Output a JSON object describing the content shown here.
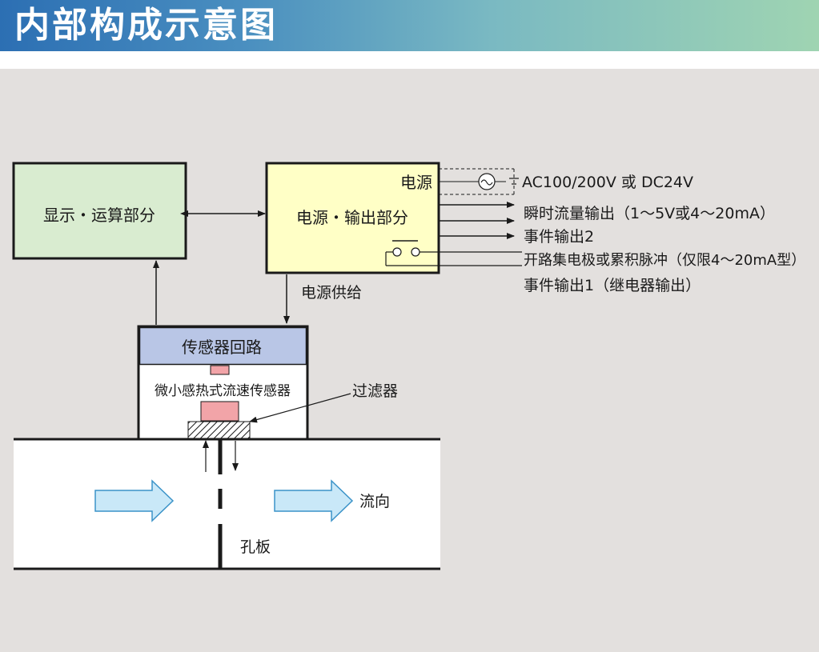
{
  "header": {
    "title": "内部构成示意图"
  },
  "colors": {
    "header_start": "#2c6fb3",
    "header_end": "#9fd4b2",
    "background": "#e3e0de",
    "display_box": "#d9ecd0",
    "power_box": "#ffffc6",
    "sensor_header": "#b9c6e6",
    "sensor_part": "#f2a4a8",
    "flow_arrow": "#c9e8f8",
    "flow_arrow_stroke": "#3b93c8"
  },
  "diagram": {
    "display_block": "显示・运算部分",
    "power_block_title": "电源",
    "power_block_label": "电源・输出部分",
    "power_supply": "电源供给",
    "ac_input": "AC100/200V 或 DC24V",
    "output_instant": "瞬时流量输出（1～5V或4～20mA）",
    "output_event2": "事件输出2",
    "output_open": "开路集电极或累积脉冲（仅限4～20mA型）",
    "output_event1": "事件输出1（继电器输出）",
    "sensor_circuit": "传感器回路",
    "sensor_name": "微小感热式流速传感器",
    "filter": "过滤器",
    "flow_direction": "流向",
    "orifice": "孔板"
  }
}
